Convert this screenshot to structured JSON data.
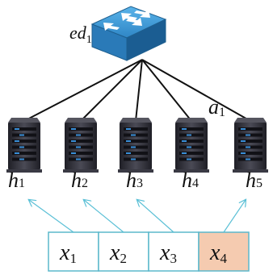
{
  "switch": {
    "label_base": "ed",
    "label_sub": "1",
    "icon": "network-switch-icon"
  },
  "annotation": {
    "base": "a",
    "sub": "1"
  },
  "hosts": [
    {
      "base": "h",
      "sub": "1",
      "icon": "server-rack-icon"
    },
    {
      "base": "h",
      "sub": "2",
      "icon": "server-rack-icon"
    },
    {
      "base": "h",
      "sub": "3",
      "icon": "server-rack-icon"
    },
    {
      "base": "h",
      "sub": "4",
      "icon": "server-rack-icon"
    },
    {
      "base": "h",
      "sub": "5",
      "icon": "server-rack-icon"
    }
  ],
  "inputs": [
    {
      "base": "x",
      "sub": "1",
      "highlighted": false
    },
    {
      "base": "x",
      "sub": "2",
      "highlighted": false
    },
    {
      "base": "x",
      "sub": "3",
      "highlighted": false
    },
    {
      "base": "x",
      "sub": "4",
      "highlighted": true
    }
  ],
  "colors": {
    "switch_top": "#3d9bd6",
    "switch_side": "#1f6fa8",
    "link_line": "#111111",
    "arrow": "#5bc0d6",
    "box_border": "#5bb8cc",
    "highlight_fill": "#f5cbb0",
    "server_body": "#2d2d35",
    "server_led": "#3a8fd8"
  }
}
